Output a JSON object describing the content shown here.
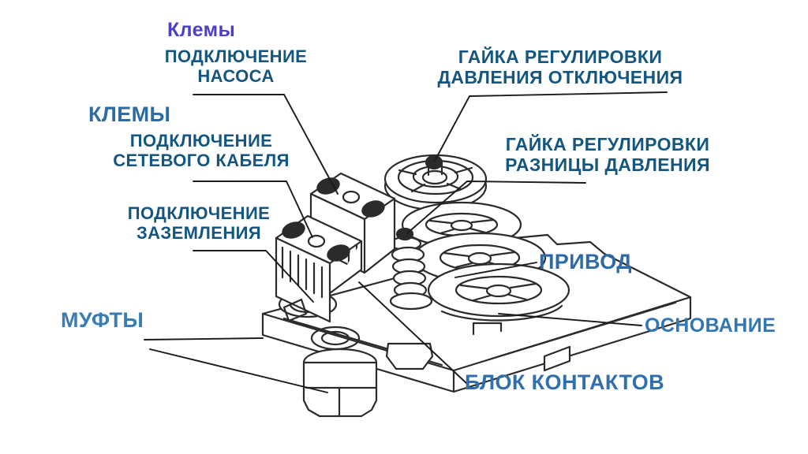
{
  "diagram_subject": "pressure-switch-parts-diagram",
  "colors": {
    "background": "#ffffff",
    "drawing_line": "#2b2b2b",
    "leader_line": "#1a1a1a",
    "label_purple": "#4a3ecb",
    "label_dark_blue": "#145680",
    "label_medium_blue": "#2e6da8",
    "label_light_blue": "#3b7cb6"
  },
  "labels": {
    "terminals_top": {
      "text": "Клемы",
      "color": "#4a3ecb"
    },
    "pump_connection": {
      "text": "ПОДКЛЮЧЕНИЕ\nНАСОСА",
      "color": "#145680"
    },
    "terminals_left": {
      "text": "КЛЕМЫ",
      "color": "#2d6ba4"
    },
    "network_cable_connection": {
      "text": "ПОДКЛЮЧЕНИЕ\nСЕТЕВОГО КАБЕЛЯ",
      "color": "#145680"
    },
    "ground_connection": {
      "text": "ПОДКЛЮЧЕНИЕ\nЗАЗЕМЛЕНИЯ",
      "color": "#145680"
    },
    "couplings": {
      "text": "МУФТЫ",
      "color": "#3b7cb6"
    },
    "cutoff_pressure_nut": {
      "text": "ГАЙКА РЕГУЛИРОВКИ\nДАВЛЕНИЯ ОТКЛЮЧЕНИЯ",
      "color": "#145680"
    },
    "pressure_diff_nut": {
      "text": "ГАЙКА РЕГУЛИРОВКИ\nРАЗНИЦЫ ДАВЛЕНИЯ",
      "color": "#145680"
    },
    "actuator": {
      "text": "ПРИВОД",
      "color": "#2e6ba6"
    },
    "base": {
      "text": "ОСНОВАНИЕ",
      "color": "#3276b2"
    },
    "contact_block": {
      "text": "БЛОК КОНТАКТОВ",
      "color": "#2f6fae"
    }
  }
}
